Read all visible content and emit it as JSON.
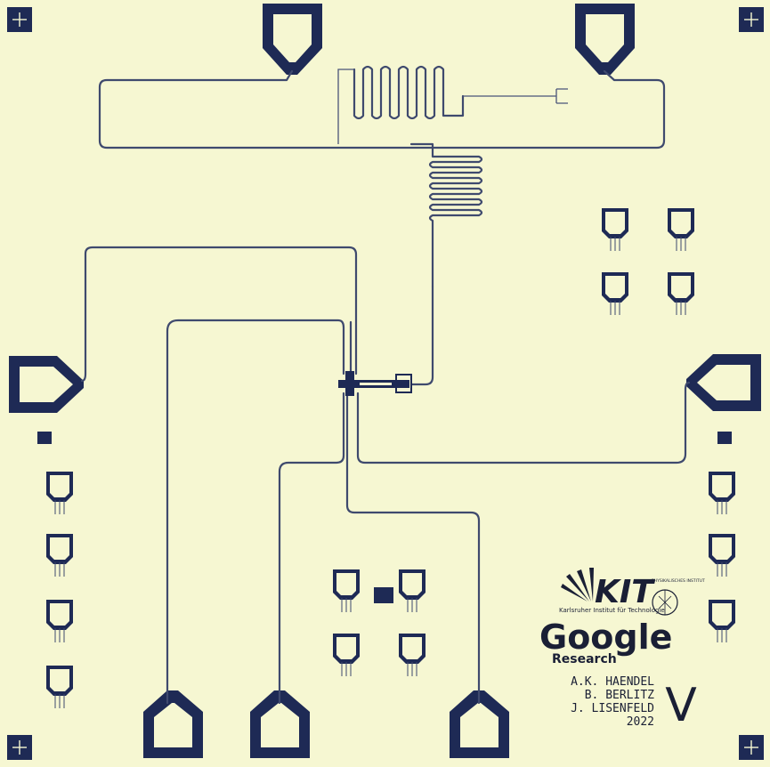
{
  "logos": {
    "kit": {
      "wordmark": "KIT",
      "tagline": "Karlsruher Institut für Technologie"
    },
    "google": {
      "wordmark": "Google",
      "sub": "Research"
    },
    "physikalisches_institut": "PHYSIKALISCHES INSTITUT"
  },
  "credits": {
    "line1": "A.K. HAENDEL",
    "line2": "B. BERLITZ",
    "line3": "J. LISENFELD",
    "year": "2022",
    "initial": "V"
  },
  "colors": {
    "substrate": "#f6f7d2",
    "metal": "#1e2a55",
    "trace": "#3f4a6e"
  }
}
